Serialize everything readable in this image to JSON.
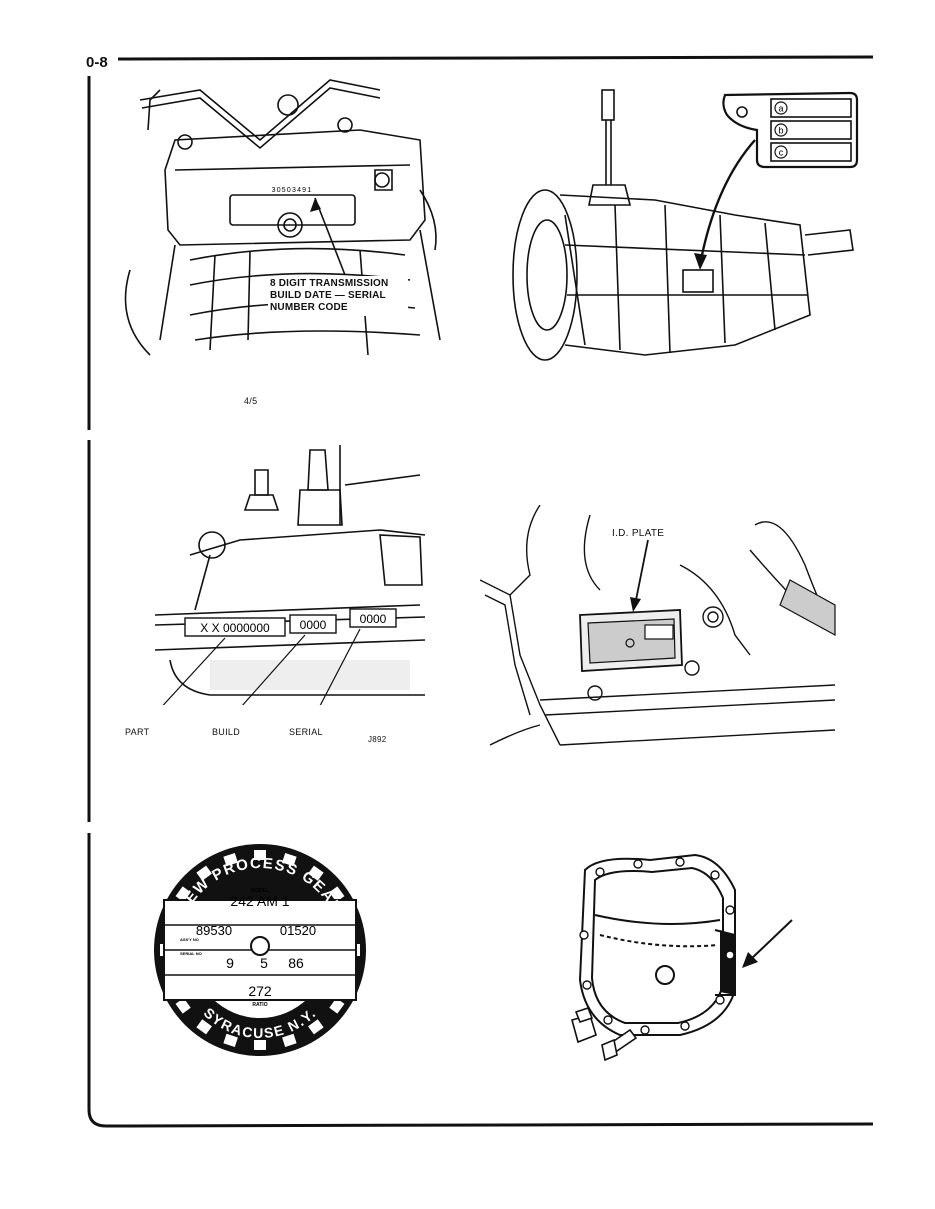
{
  "page": {
    "number": "0-8"
  },
  "figure1": {
    "serial_stamp": "30503491",
    "callout_line1": "8 DIGIT TRANSMISSION",
    "callout_line2": "BUILD DATE — SERIAL",
    "callout_line3": "NUMBER CODE",
    "caption": "4/5"
  },
  "figure2": {
    "tag_a": "a",
    "tag_b": "b",
    "tag_c": "c"
  },
  "figure3": {
    "part_code": "X X 0000000",
    "build_code": "0000",
    "serial_code": "0000",
    "label_part": "PART",
    "label_build": "BUILD",
    "label_serial": "SERIAL",
    "ref": "J892"
  },
  "figure4": {
    "label": "I.D. PLATE"
  },
  "figure5": {
    "top_arc": "NEW PROCESS GEAR",
    "bottom_arc": "SYRACUSE N.Y.",
    "model_label": "MODEL",
    "model_value": "242 AM 1",
    "assy_label": "ASS'Y NO",
    "assy_value1": "89530",
    "assy_value2": "01520",
    "serial_label": "SERIAL NO",
    "serial_value1": "9",
    "serial_value2": "5",
    "serial_value3": "86",
    "ratio_value": "272",
    "ratio_label": "RATIO"
  }
}
